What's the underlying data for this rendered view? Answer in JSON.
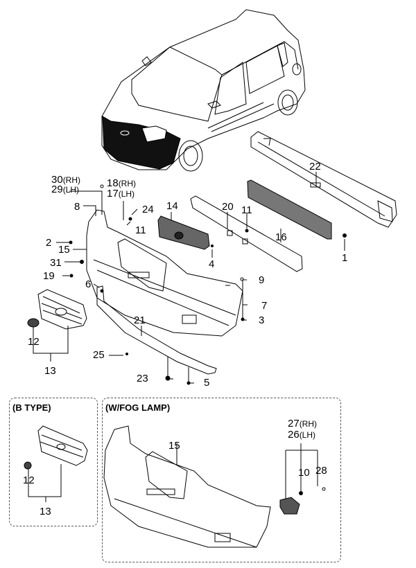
{
  "diagram": {
    "type": "exploded-parts-diagram",
    "subject": "Front bumper assembly",
    "callouts": [
      {
        "id": "c30",
        "number": "30",
        "side": "(RH)"
      },
      {
        "id": "c29",
        "number": "29",
        "side": "(LH)"
      },
      {
        "id": "c18",
        "number": "18",
        "side": "(RH)"
      },
      {
        "id": "c17",
        "number": "17",
        "side": "(LH)"
      },
      {
        "id": "c8",
        "number": "8"
      },
      {
        "id": "c24",
        "number": "24"
      },
      {
        "id": "c11a",
        "number": "11"
      },
      {
        "id": "c14",
        "number": "14"
      },
      {
        "id": "c20",
        "number": "20"
      },
      {
        "id": "c11b",
        "number": "11"
      },
      {
        "id": "c22",
        "number": "22"
      },
      {
        "id": "c16",
        "number": "16"
      },
      {
        "id": "c1",
        "number": "1"
      },
      {
        "id": "c2",
        "number": "2"
      },
      {
        "id": "c15",
        "number": "15"
      },
      {
        "id": "c4",
        "number": "4"
      },
      {
        "id": "c31",
        "number": "31"
      },
      {
        "id": "c19",
        "number": "19"
      },
      {
        "id": "c6",
        "number": "6"
      },
      {
        "id": "c9",
        "number": "9"
      },
      {
        "id": "c7",
        "number": "7"
      },
      {
        "id": "c3",
        "number": "3"
      },
      {
        "id": "c21",
        "number": "21"
      },
      {
        "id": "c12",
        "number": "12"
      },
      {
        "id": "c13",
        "number": "13"
      },
      {
        "id": "c25",
        "number": "25"
      },
      {
        "id": "c23",
        "number": "23"
      },
      {
        "id": "c5",
        "number": "5"
      }
    ],
    "insets": [
      {
        "title": "(B TYPE)",
        "callouts": [
          {
            "number": "12"
          },
          {
            "number": "13"
          }
        ]
      },
      {
        "title": "(W/FOG LAMP)",
        "callouts": [
          {
            "number": "15"
          },
          {
            "number": "27",
            "side": "(RH)"
          },
          {
            "number": "26",
            "side": "(LH)"
          },
          {
            "number": "10"
          },
          {
            "number": "28"
          }
        ]
      }
    ]
  }
}
